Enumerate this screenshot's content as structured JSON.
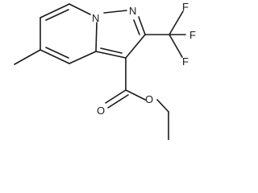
{
  "molecule": {
    "atoms": {
      "n_bridge": "N",
      "n_pyrazole": "N",
      "f_top": "F",
      "f_right": "F",
      "f_bottom": "F",
      "o_carbonyl": "O",
      "o_ester": "O"
    },
    "colors": {
      "bond": "#1a1a1a",
      "background": "#ffffff"
    }
  }
}
